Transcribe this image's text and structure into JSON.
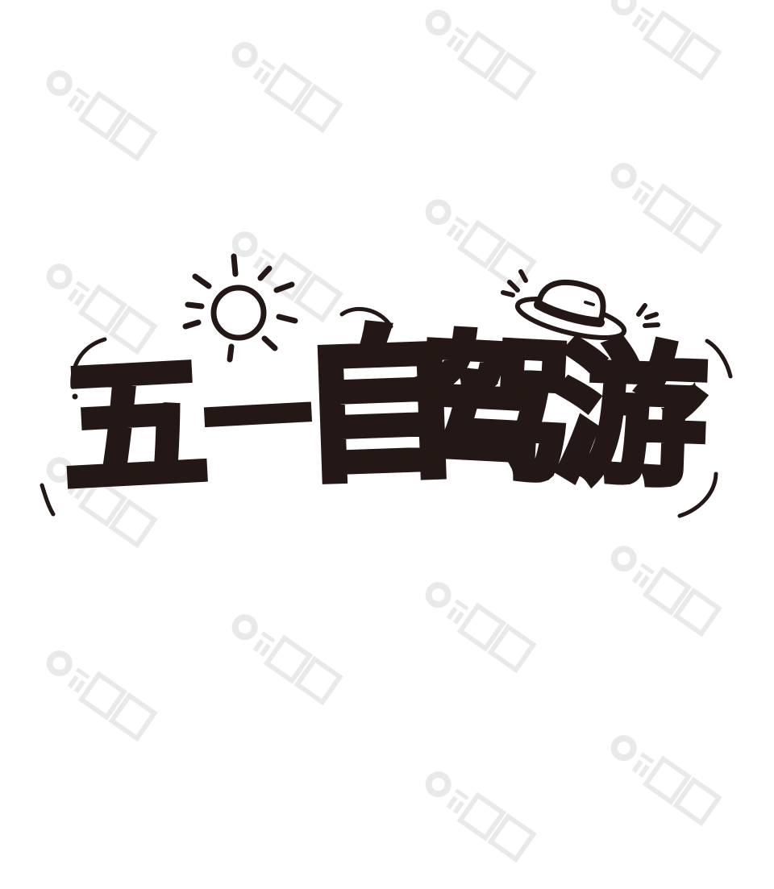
{
  "title": {
    "text": "五一自驾游",
    "characters": [
      "五",
      "一",
      "自",
      "驾",
      "游"
    ],
    "color": "#231815"
  },
  "decorations": {
    "sun-icon": "sun with rays above 一",
    "hat-icon": "bowler hat above 游 with motion lines",
    "motion-arcs": "curved strokes around the title"
  },
  "watermark": {
    "text": "六图网",
    "color": "#e8e8e8"
  },
  "background": "#ffffff"
}
